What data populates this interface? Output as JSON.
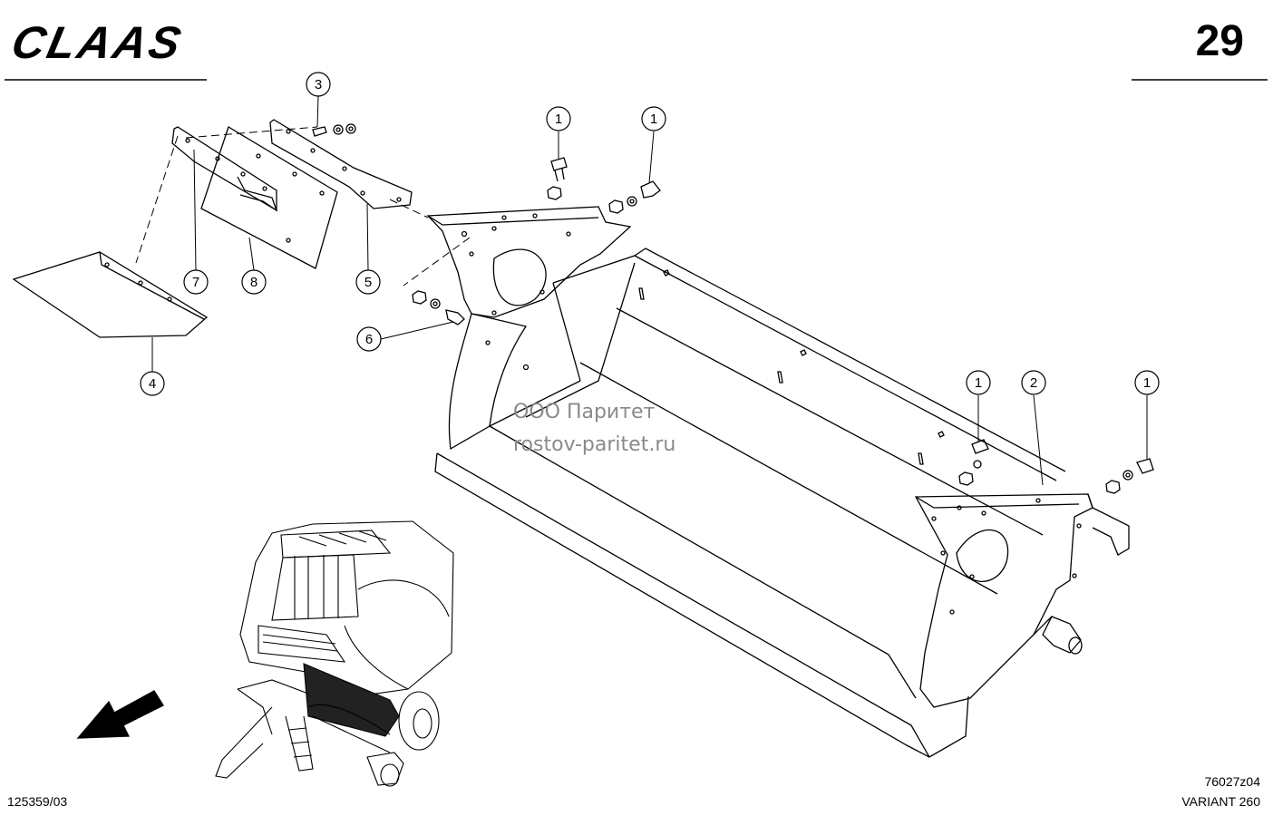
{
  "header": {
    "brand": "CLAAS",
    "page_number": "29"
  },
  "watermark": {
    "line1": "ООО Паритет",
    "line2": "rostov-paritet.ru"
  },
  "callouts": {
    "c1a": "1",
    "c1b": "1",
    "c1c": "1",
    "c1d": "1",
    "c2": "2",
    "c3": "3",
    "c4": "4",
    "c5": "5",
    "c6": "6",
    "c7": "7",
    "c8": "8"
  },
  "footer": {
    "doc_number": "125359/03",
    "drawing_number": "76027z04",
    "variant": "VARIANT 260"
  }
}
